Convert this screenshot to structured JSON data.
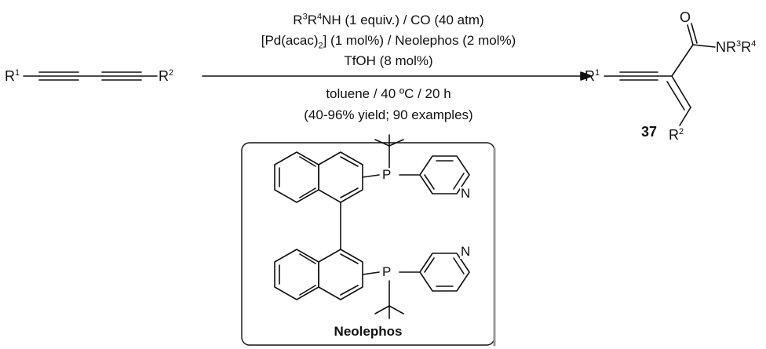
{
  "reactant": {
    "r1": "R",
    "r1_sup": "1",
    "r2": "R",
    "r2_sup": "2"
  },
  "conditions": {
    "line1_a": "R",
    "line1_a_sup": "3",
    "line1_b": "R",
    "line1_b_sup": "4",
    "line1_c": "NH (1 equiv.) / CO (40 atm)",
    "line2_a": "[Pd(acac)",
    "line2_sub": "2",
    "line2_b": "] (1 mol%) / Neolephos (2 mol%)",
    "line3": "TfOH (8 mol%)",
    "line4": "toluene / 40 ºC / 20 h",
    "line5": "(40-96% yield; 90 examples)"
  },
  "product": {
    "r1": "R",
    "r1_sup": "1",
    "oxygen": "O",
    "amide_a": "NR",
    "amide_a_sup": "3",
    "amide_b": "R",
    "amide_b_sup": "4",
    "r2": "R",
    "r2_sup": "2",
    "compound_number": "37"
  },
  "ligand": {
    "name": "Neolephos",
    "p_top": "P",
    "p_bottom": "P",
    "n_top": "N",
    "n_bottom": "N"
  }
}
